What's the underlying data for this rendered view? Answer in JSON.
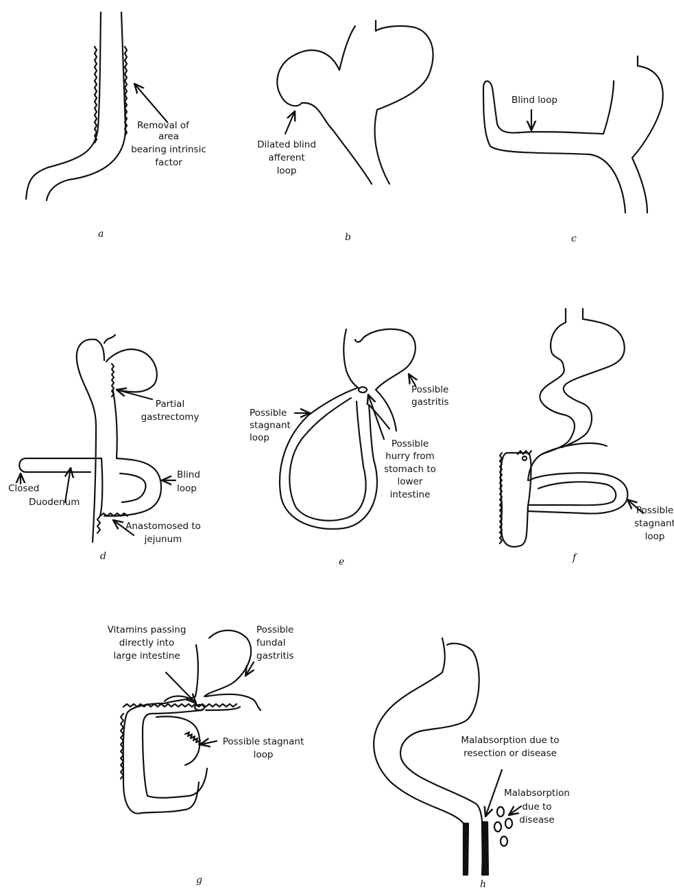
{
  "panels": {
    "a": {
      "letter": "a",
      "labels": [
        "Removal of",
        "area",
        "bearing intrinsic",
        "factor"
      ]
    },
    "b": {
      "letter": "b",
      "labels": [
        "Dilated blind",
        "afferent",
        "loop"
      ]
    },
    "c": {
      "letter": "c",
      "labels": [
        "Blind loop"
      ]
    },
    "d": {
      "letter": "d",
      "labels": [
        "Partial",
        "gastrectomy",
        "Blind",
        "loop",
        "Closed",
        "Duodenum",
        "Anastomosed to",
        "jejunum"
      ]
    },
    "e": {
      "letter": "e",
      "labels": [
        "Possible",
        "gastritis",
        "Possible",
        "stagnant",
        "loop",
        "Possible",
        "hurry from",
        "stomach to",
        "lower",
        "intestine"
      ]
    },
    "f": {
      "letter": "f",
      "labels": [
        "Possible",
        "stagnant",
        "loop"
      ]
    },
    "g": {
      "letter": "g",
      "labels": [
        "Vitamins passing",
        "directly into",
        "large intestine",
        "Possible",
        "fundal",
        "gastritis",
        "Possible stagnant",
        "loop"
      ]
    },
    "h": {
      "letter": "h",
      "labels": [
        "Malabsorption due to",
        "resection or disease",
        "Malabsorption",
        "due to",
        "disease"
      ]
    }
  }
}
